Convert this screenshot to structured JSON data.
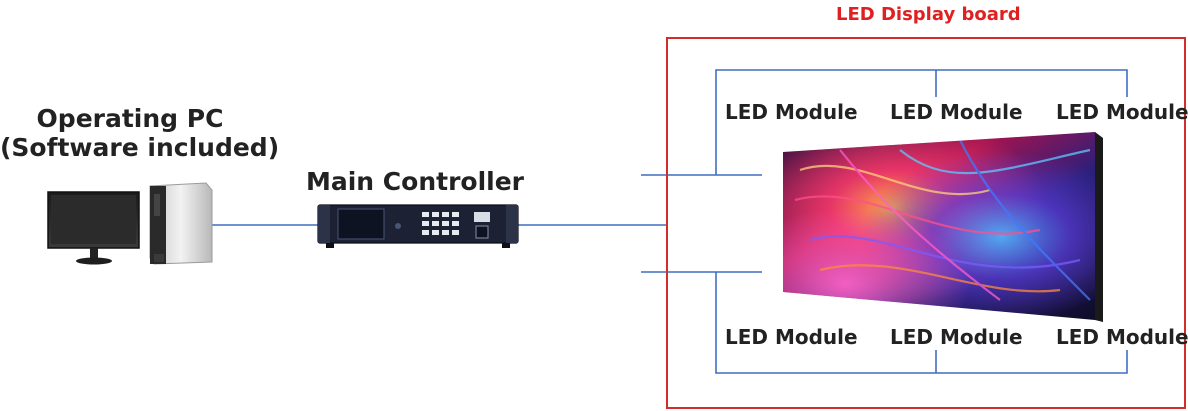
{
  "colors": {
    "connector_line": "#3f6fbf",
    "board_border": "#d22d2d",
    "board_title": "#e02020",
    "label_text": "#222222"
  },
  "pc": {
    "label_line1": "Operating PC",
    "label_line2": "(Software included)",
    "monitor_icon": "monitor-icon",
    "tower_icon": "pc-tower-icon"
  },
  "controller": {
    "label": "Main Controller",
    "icon": "controller-unit-icon"
  },
  "board": {
    "title": "LED Display board",
    "image_icon": "led-wall-colorful-image",
    "top_modules": [
      "LED Module",
      "LED Module",
      "LED Module"
    ],
    "bottom_modules": [
      "LED Module",
      "LED Module",
      "LED Module"
    ]
  }
}
